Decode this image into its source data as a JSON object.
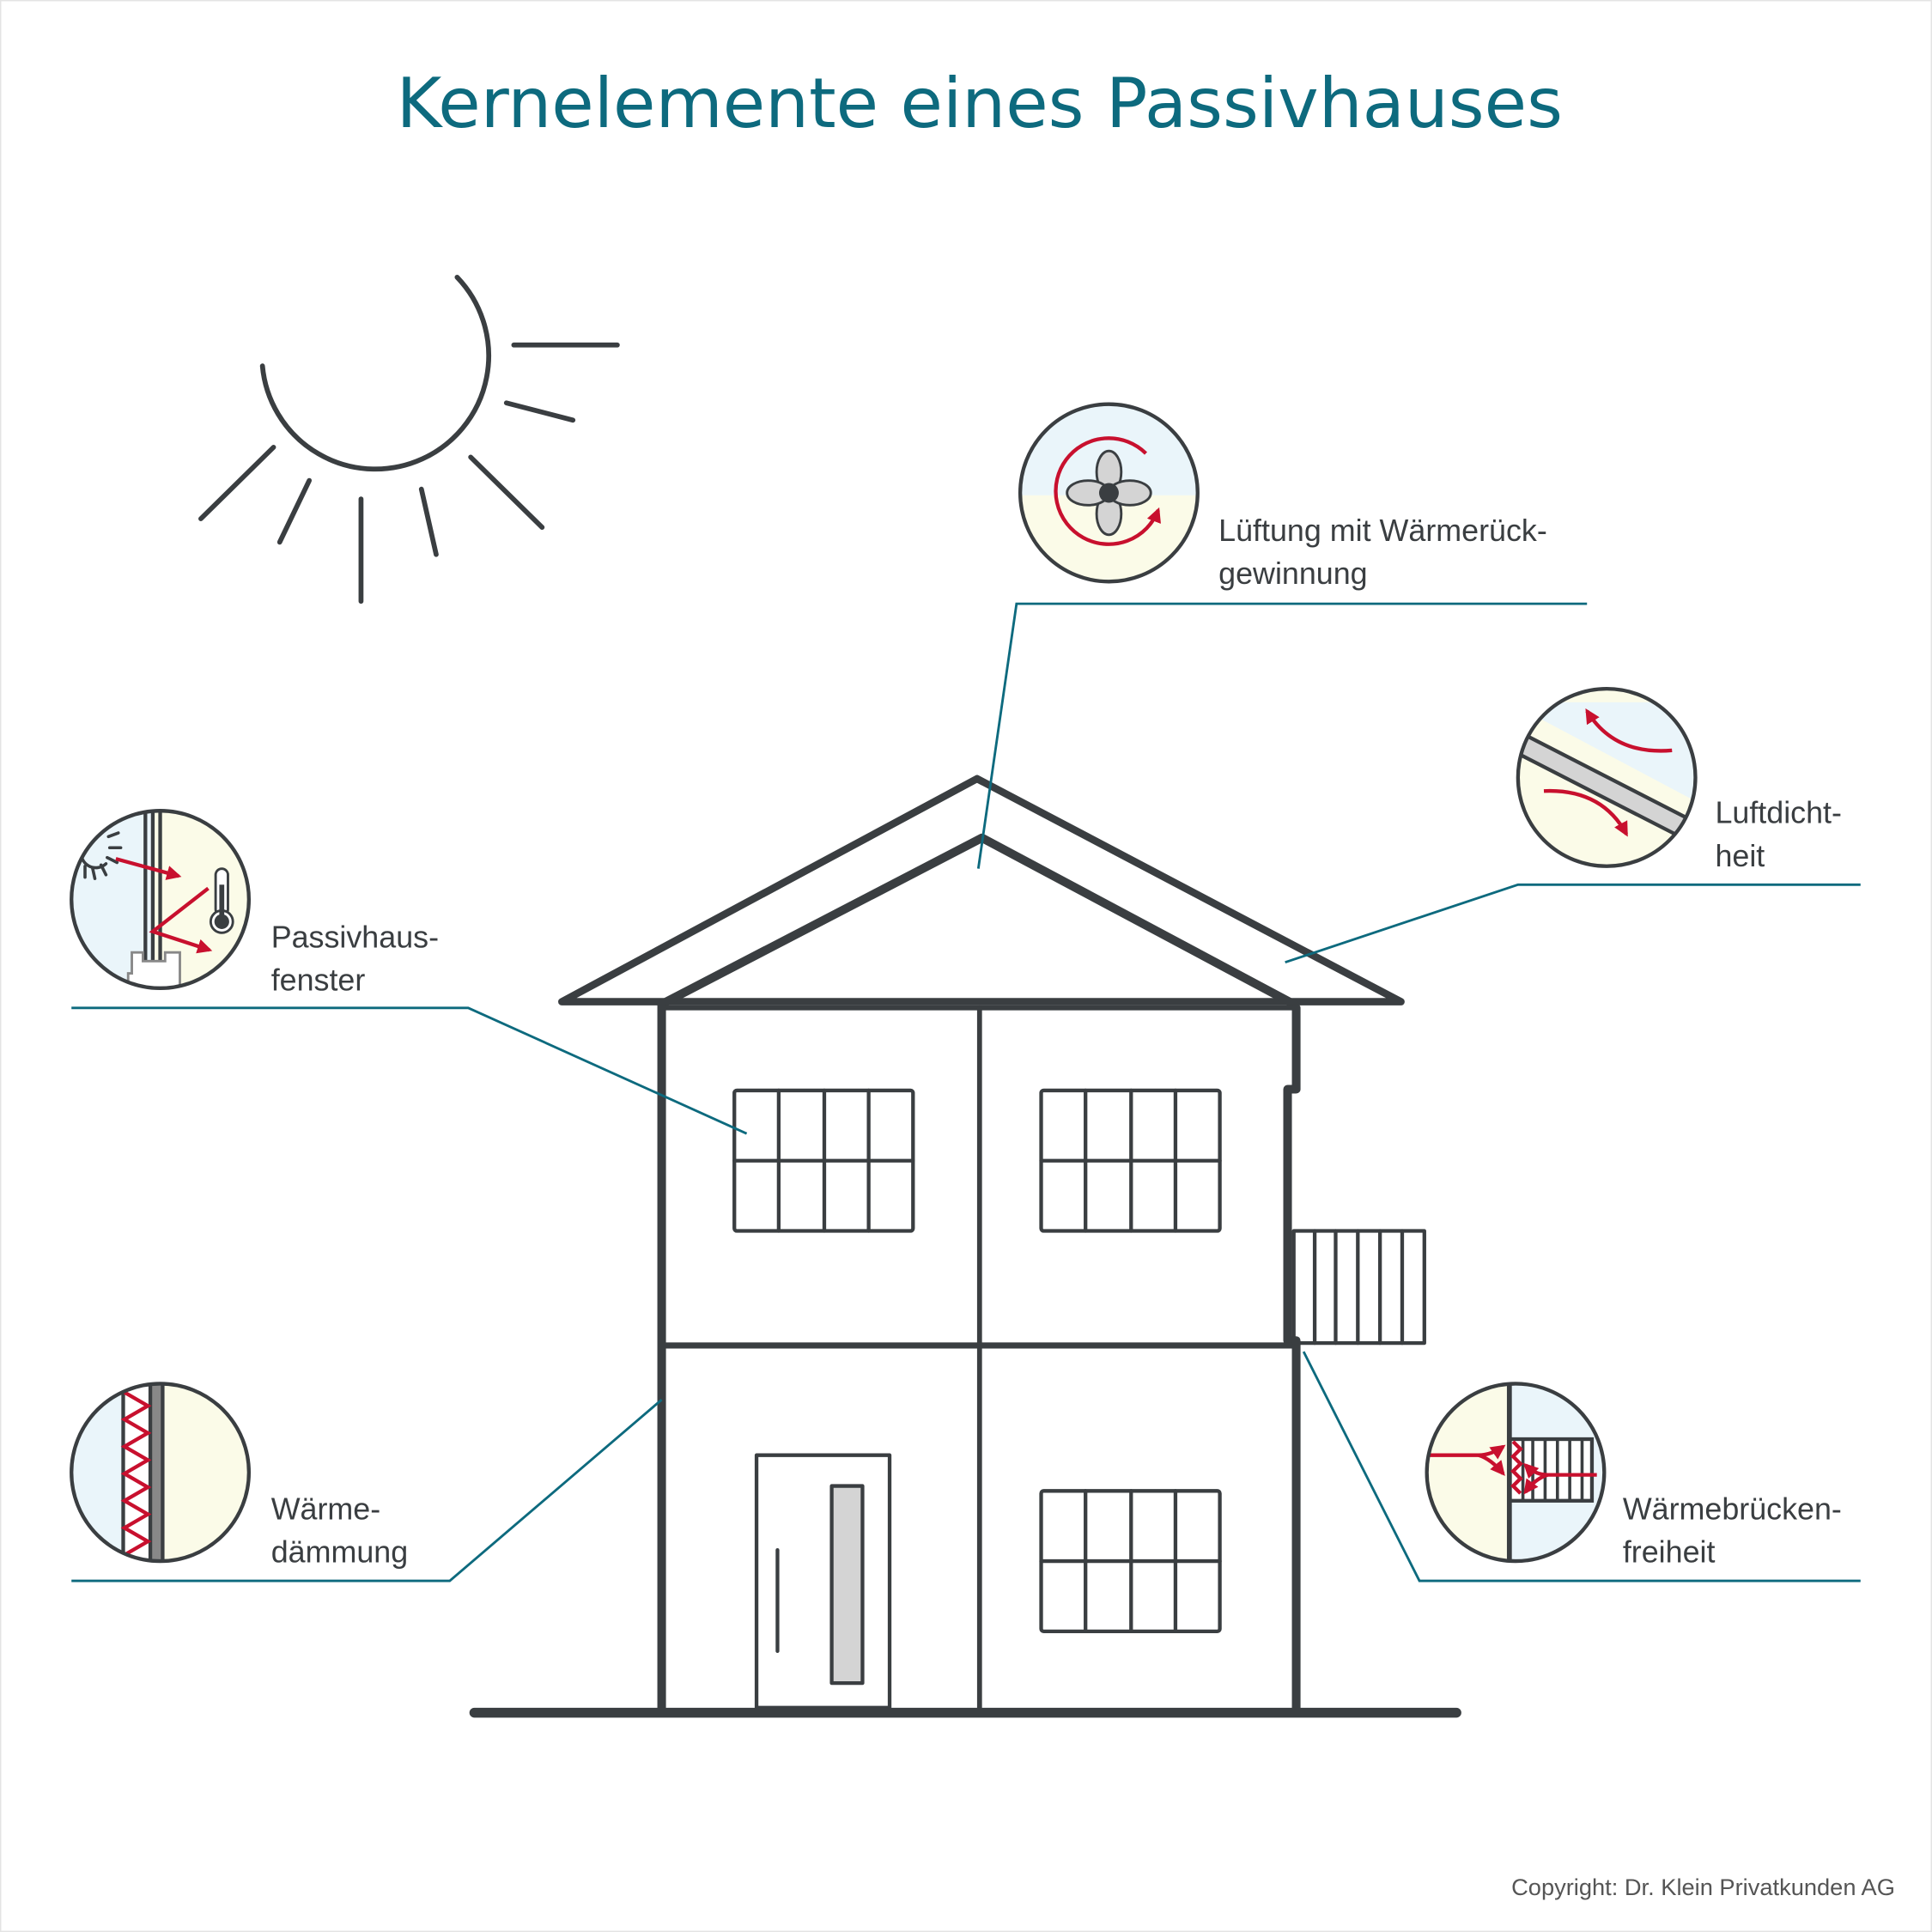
{
  "title": "Kernelemente eines Passivhauses",
  "labels": {
    "lueftung": [
      "Lüftung mit Wärmerück-",
      "gewinnung"
    ],
    "luftdichtheit": [
      "Luftdicht-",
      "heit"
    ],
    "fenster": [
      "Passivhaus-",
      "fenster"
    ],
    "daemmung": [
      "Wärme-",
      "dämmung"
    ],
    "waermebruecken": [
      "Wärmebrücken-",
      "freiheit"
    ]
  },
  "copyright": "Copyright: Dr. Klein Privatkunden AG",
  "colors": {
    "teal": "#0d6a7e",
    "dark": "#3a3e41",
    "red": "#c8102e",
    "cold": "#eaf5fa",
    "warm": "#fbfbe8"
  }
}
